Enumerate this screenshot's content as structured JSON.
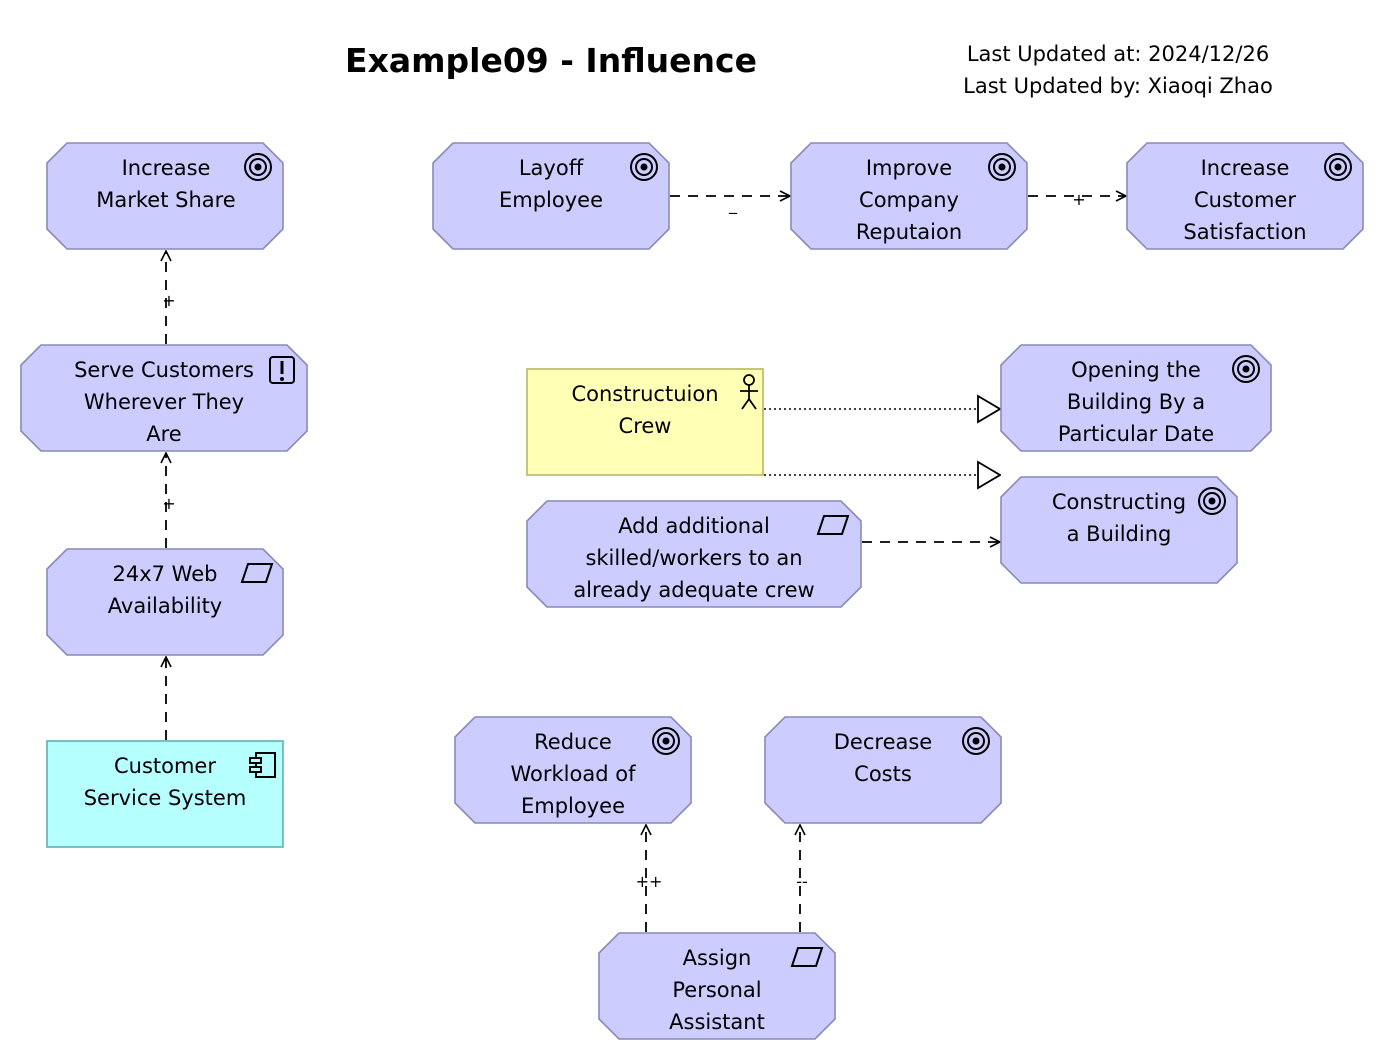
{
  "header": {
    "title": "Example09 - Influence",
    "last_updated_at": "Last Updated at: 2024/12/26",
    "last_updated_by": "Last Updated by: Xiaoqi Zhao"
  },
  "elements": {
    "increase_market_share": [
      "Increase",
      "Market Share"
    ],
    "serve_customers": [
      "Serve Customers",
      "Wherever They",
      "Are"
    ],
    "web_availability": [
      "24x7 Web",
      "Availability"
    ],
    "customer_service_system": [
      "Customer",
      "Service System"
    ],
    "layoff_employee": [
      "Layoff",
      "Employee"
    ],
    "improve_reputation": [
      "Improve",
      "Company",
      "Reputaion"
    ],
    "increase_satisfaction": [
      "Increase",
      "Customer",
      "Satisfaction"
    ],
    "construction_crew": [
      "Constructuion",
      "Crew"
    ],
    "opening_building": [
      "Opening the",
      "Building By a",
      "Particular Date"
    ],
    "add_workers": [
      "Add additional",
      "skilled/workers to an",
      "already adequate crew"
    ],
    "constructing_building": [
      "Constructing",
      "a Building"
    ],
    "reduce_workload": [
      "Reduce",
      "Workload of",
      "Employee"
    ],
    "decrease_costs": [
      "Decrease",
      "Costs"
    ],
    "assign_assistant": [
      "Assign",
      "Personal",
      "Assistant"
    ]
  },
  "relations": {
    "web_to_serve": "+",
    "serve_to_market": "+",
    "layoff_to_reputation": "_",
    "reputation_to_satisfaction": "+",
    "assistant_to_workload": "++",
    "assistant_to_costs": "--"
  },
  "colors": {
    "motivation_fill": "#ccccff",
    "actor_fill": "#ffffb5",
    "application_fill": "#b5ffff"
  },
  "icons": {
    "goal": "goal-target-icon",
    "principle": "principle-exclamation-icon",
    "requirement": "requirement-parallelogram-icon",
    "actor": "actor-stickman-icon",
    "component": "component-icon"
  }
}
